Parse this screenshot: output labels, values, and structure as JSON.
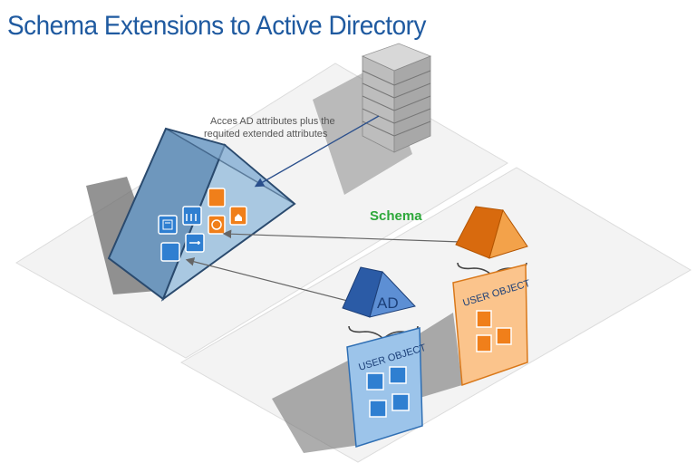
{
  "title": "Schema Extensions to Active Directory",
  "callout": {
    "line1": "Acces AD attributes plus the",
    "line2": "requited extended attributes"
  },
  "schema_label": "Schema",
  "ad_label": "AD",
  "user_object_ad": "USER OBJECT",
  "user_object_schema": "USER OBJECT",
  "colors": {
    "title": "#1f5aa0",
    "schema_label": "#2da83a",
    "ad_blue": "#3a7bc8",
    "schema_orange": "#f08a1c",
    "platform": "#f2f2f2"
  },
  "icons": [
    "id-card-icon",
    "building-icon",
    "key-icon",
    "certificate-icon",
    "document-icon",
    "seal-icon",
    "home-icon"
  ]
}
